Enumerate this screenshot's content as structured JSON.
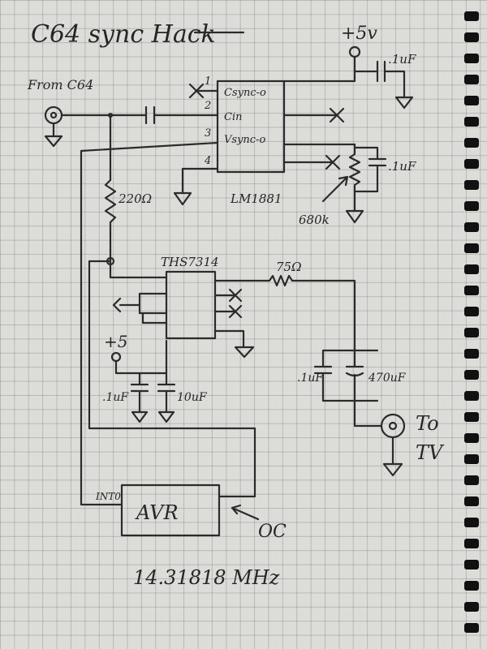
{
  "title": "C64 sync Hack",
  "labels": {
    "from_c64": "From C64",
    "supply_top": "+5v",
    "cap_top": ".1uF",
    "lm_pin1": "1",
    "lm_pin2": "2",
    "lm_pin3": "3",
    "lm_pin4": "4",
    "lm_csync": "Csync-o",
    "lm_cin": "Cin",
    "lm_vsync": "Vsync-o",
    "lm_part": "LM1881",
    "r_220": "220Ω",
    "cap_right": ".1uF",
    "pot_680k": "680k",
    "ths_part": "THS7314",
    "r_75": "75Ω",
    "supply_bottom": "+5",
    "cap_a": ".1uF",
    "cap_b": "10uF",
    "cap_c": ".1uF",
    "cap_d": "470uF",
    "to_tv_1": "To",
    "to_tv_2": "TV",
    "avr_pin": "INT0",
    "avr_part": "AVR",
    "oc": "OC",
    "crystal": "14.31818 MHz"
  }
}
